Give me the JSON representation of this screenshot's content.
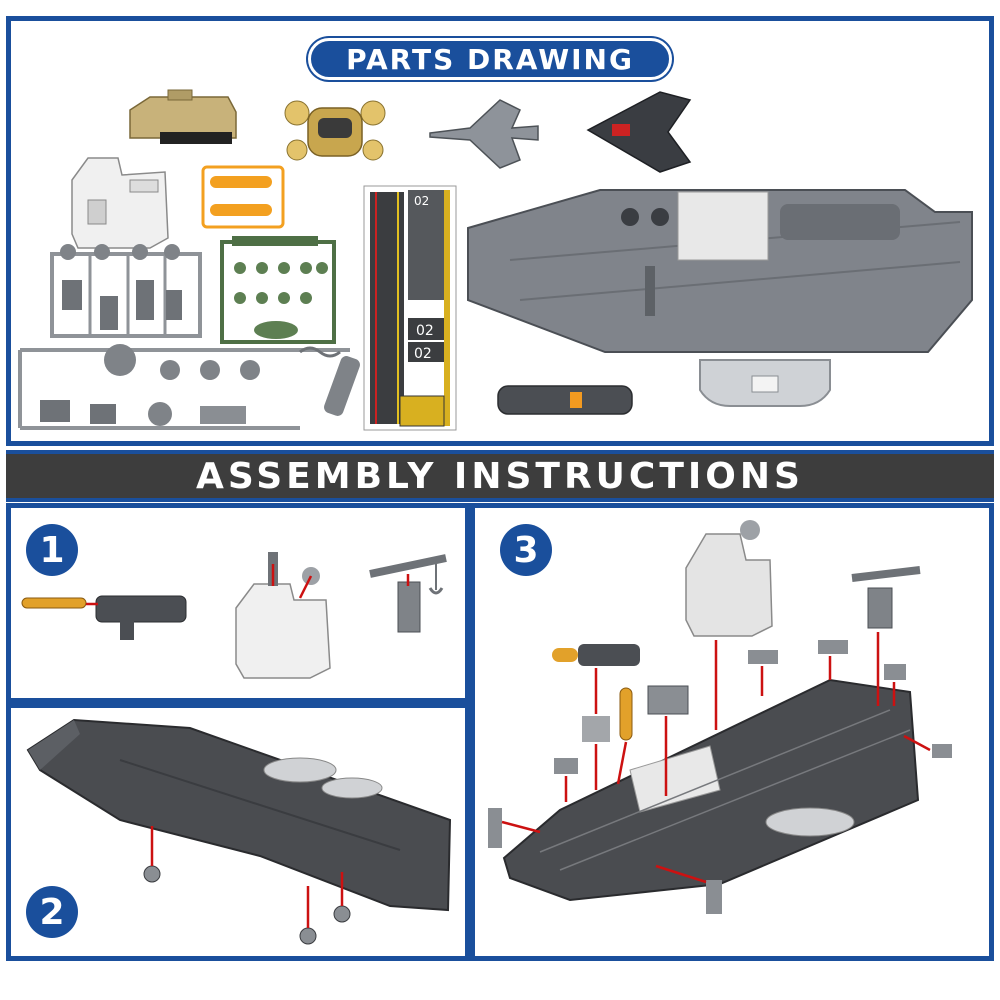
{
  "header": {
    "parts_title": "PARTS DRAWING"
  },
  "section": {
    "assembly_title": "ASSEMBLY INSTRUCTIONS"
  },
  "steps": [
    {
      "number": "1"
    },
    {
      "number": "2"
    },
    {
      "number": "3"
    }
  ],
  "decal": {
    "code_top": "02",
    "code_a": "02",
    "code_b": "02"
  },
  "colors": {
    "frame_blue": "#1a4f9c",
    "bar_gray": "#3d3d3d",
    "arrow_red": "#cc1111",
    "hull_dark": "#4a4c50"
  }
}
